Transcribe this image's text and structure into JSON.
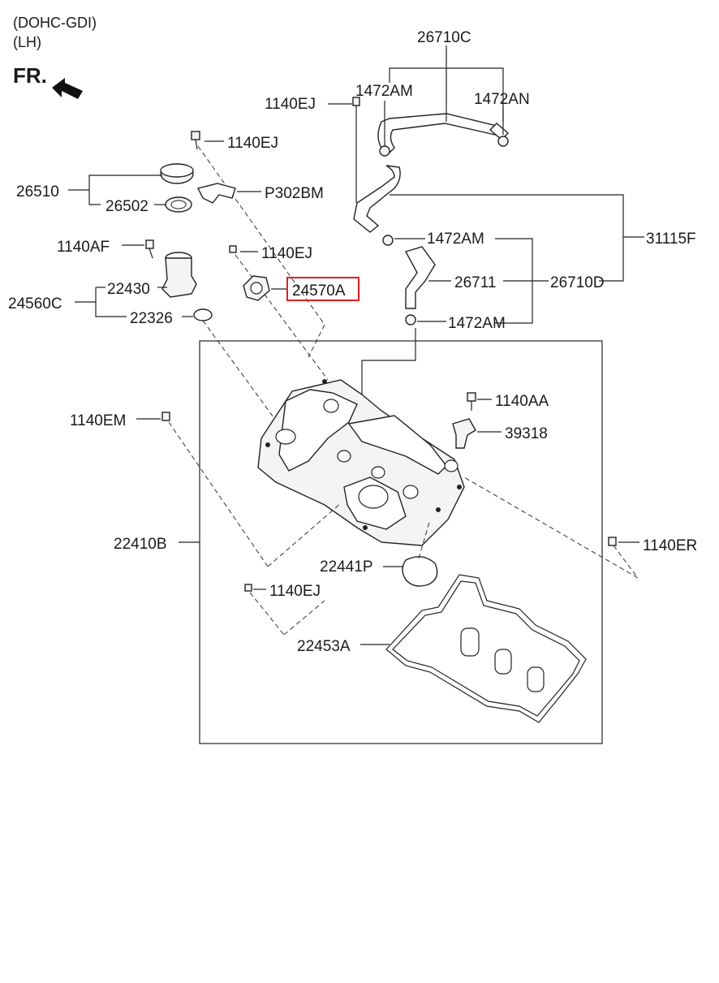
{
  "header": {
    "line1": "(DOHC-GDI)",
    "line2": "(LH)",
    "fr": "FR."
  },
  "highlight_color": "#e02020",
  "labels": {
    "p26710C": "26710C",
    "p1472AM_a": "1472AM",
    "p1472AN": "1472AN",
    "p1140EJ_a": "1140EJ",
    "p1140EJ_b": "1140EJ",
    "p26510": "26510",
    "p26502": "26502",
    "pP302BM": "P302BM",
    "p31115F": "31115F",
    "p1140AF": "1140AF",
    "p1140EJ_c": "1140EJ",
    "p1472AM_b": "1472AM",
    "p24570A": "24570A",
    "p22430": "22430",
    "p24560C": "24560C",
    "p26711": "26711",
    "p26710D": "26710D",
    "p22326": "22326",
    "p1472AM_c": "1472AM",
    "p1140AA": "1140AA",
    "p1140EM": "1140EM",
    "p39318": "39318",
    "p22410B": "22410B",
    "p1140ER": "1140ER",
    "p22441P": "22441P",
    "p1140EJ_d": "1140EJ",
    "p22453A": "22453A"
  }
}
